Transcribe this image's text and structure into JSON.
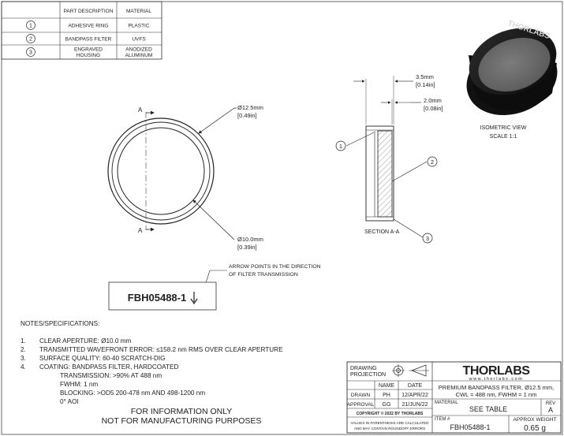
{
  "bom": {
    "headers": [
      "PART DESCRIPTION",
      "MATERIAL"
    ],
    "rows": [
      {
        "item": "1",
        "desc1": "ADHESIVE RING",
        "desc2": "",
        "mat1": "PLASTIC",
        "mat2": ""
      },
      {
        "item": "2",
        "desc1": "BANDPASS FILTER",
        "desc2": "",
        "mat1": "UVFS",
        "mat2": ""
      },
      {
        "item": "3",
        "desc1": "ENGRAVED",
        "desc2": "HOUSING",
        "mat1": "ANODIZED",
        "mat2": "ALUMINUM"
      }
    ]
  },
  "front_view": {
    "section_marker": "A",
    "outer_dia": "Ø12.5mm",
    "outer_dia_in": "[0.49in]",
    "inner_dia": "Ø10.0mm",
    "inner_dia_in": "[0.39in]"
  },
  "section_view": {
    "thickness": "3.5mm",
    "thickness_in": "[0.14in]",
    "filter_thickness": "2.0mm",
    "filter_thickness_in": "[0.08in]",
    "label": "SECTION A-A",
    "callouts": [
      "1",
      "2",
      "3"
    ]
  },
  "isometric": {
    "label": "ISOMETRIC VIEW",
    "scale": "SCALE 1:1",
    "engraving": "THORLABS"
  },
  "engraving_note": {
    "line1": "ARROW POINTS IN THE DIRECTION",
    "line2": "OF FILTER TRANSMISSION",
    "part_text": "FBH05488-1"
  },
  "notes": {
    "title": "NOTES/SPECIFICATIONS:",
    "items": [
      {
        "num": "1.",
        "text": "CLEAR APERTURE: Ø10.0 mm"
      },
      {
        "num": "2.",
        "text": "TRANSMITTED WAVEFRONT ERROR: ≤158.2 nm RMS OVER CLEAR APERTURE"
      },
      {
        "num": "3.",
        "text": "SURFACE QUALITY: 60-40 SCRATCH-DIG"
      },
      {
        "num": "4.",
        "text": "COATING: BANDPASS FILTER, HARDCOATED"
      }
    ],
    "sub": [
      "TRANSMISSION: >90% AT 488 nm",
      "FWHM: 1 nm",
      "BLOCKING: >OD5  200-478 nm AND 498-1200 nm",
      "0° AOI"
    ]
  },
  "disclaimer": {
    "line1": "FOR INFORMATION ONLY",
    "line2": "NOT FOR MANUFACTURING PURPOSES"
  },
  "title_block": {
    "projection_label1": "DRAWING",
    "projection_label2": "PROJECTION",
    "col_name": "NAME",
    "col_date": "DATE",
    "drawn_label": "DRAWN",
    "drawn_name": "PH",
    "drawn_date": "12/APR/22",
    "approval_label": "APPROVAL",
    "approval_name": "GG",
    "approval_date": "21/JUN/22",
    "copyright": "COPYRIGHT © 2022 BY THORLABS",
    "values_note1": "VALUES IN PARENTHESIS ARE CALCULATED",
    "values_note2": "AND MAY CONTAIN ROUNDOFF ERRORS",
    "logo": "THORLABS",
    "website": "www.thorlabs.com",
    "desc1": "PREMIUM BANDPASS FILTER, Ø12.5 mm,",
    "desc2": "CWL = 488 nm, FWHM = 1 nm",
    "material_label": "MATERIAL",
    "material_value": "SEE TABLE",
    "rev_label": "REV",
    "rev_value": "A",
    "item_label": "ITEM #",
    "item_value": "FBH05488-1",
    "weight_label": "APPROX WEIGHT",
    "weight_value": "0.65 g"
  }
}
